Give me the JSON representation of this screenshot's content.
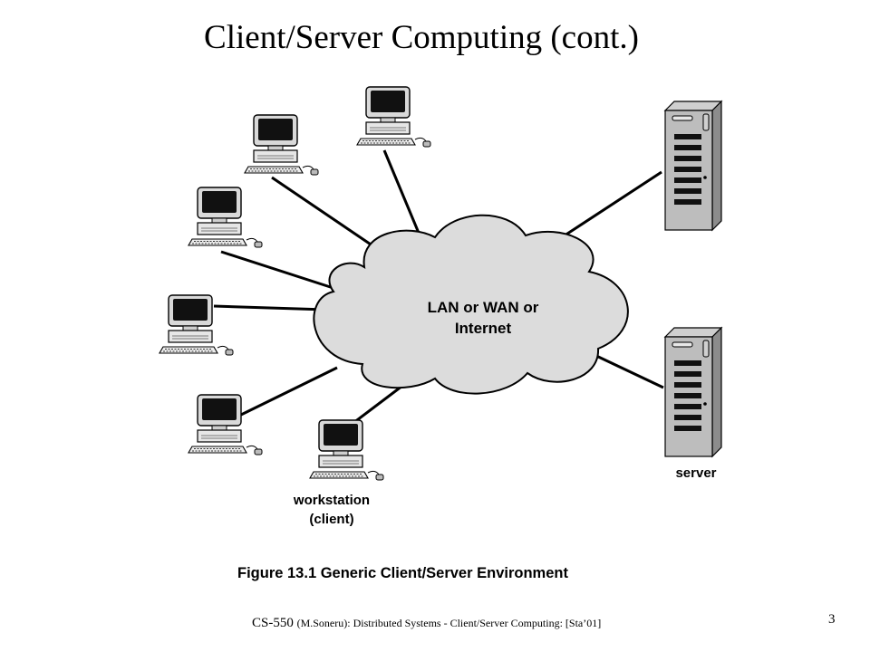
{
  "slide": {
    "title": "Client/Server Computing (cont.)",
    "page_number": "3"
  },
  "diagram": {
    "cloud_line1": "LAN or WAN or",
    "cloud_line2": "Internet",
    "client_label_line1": "workstation",
    "client_label_line2": "(client)",
    "server_label": "server",
    "caption": "Figure 13.1  Generic Client/Server Environment"
  },
  "footer": {
    "course": "CS-550",
    "details": "(M.Soneru): Distributed Systems - Client/Server Computing: [Sta’01]"
  }
}
